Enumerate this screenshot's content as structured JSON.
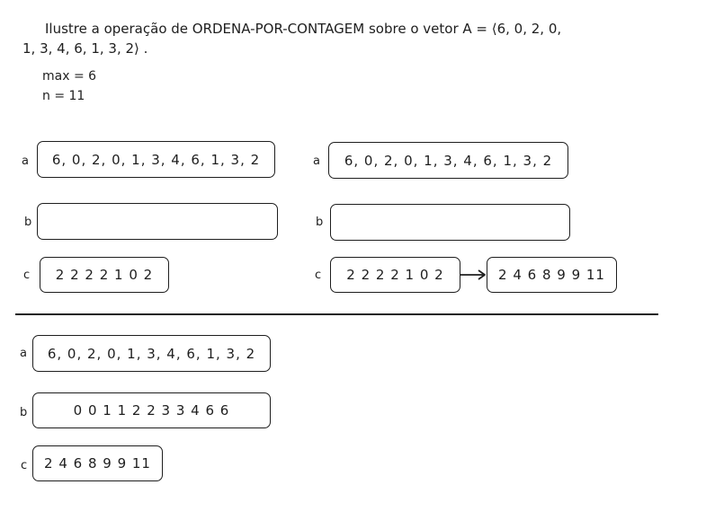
{
  "header": {
    "line1": "Ilustre a operação de ORDENA-POR-CONTAGEM sobre o vetor A =  ⟨6, 0, 2, 0,",
    "line2": "1, 3, 4, 6, 1, 3, 2⟩ .",
    "max": "max = 6",
    "n": "n = 11"
  },
  "labels": {
    "a": "a",
    "b": "b",
    "c": "c"
  },
  "step1": {
    "a_value": "6, 0, 2, 0, 1, 3, 4, 6, 1, 3, 2",
    "b_value": "",
    "c_value": "2 2 2 2 1 0 2"
  },
  "step2": {
    "a_value": "6, 0, 2, 0, 1, 3, 4, 6, 1, 3, 2",
    "b_value": "",
    "c_value": "2 2 2 2 1 0 2",
    "c_next_value": "2 4 6 8 9 9 11"
  },
  "step3": {
    "a_value": "6, 0, 2, 0, 1, 3, 4, 6, 1, 3, 2",
    "b_value": "0 0  1 1 2 2  3 3  4 6 6",
    "c_value": "2 4 6 8 9 9 11"
  }
}
